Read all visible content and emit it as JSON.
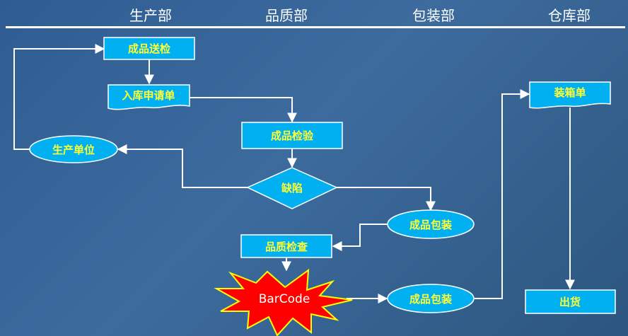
{
  "departments": [
    "生产部",
    "品质部",
    "包装部",
    "仓库部"
  ],
  "nodes": {
    "finished_goods_inspection_request": "成品送检",
    "warehouse_entry_form": "入库申请单",
    "finished_goods_inspection": "成品检验",
    "defect": "缺陷",
    "production_unit": "生产单位",
    "finished_goods_packing_1": "成品包装",
    "quality_check": "品质检查",
    "barcode": "BarCode",
    "finished_goods_packing_2": "成品包装",
    "packing_list": "装箱单",
    "shipment": "出货"
  },
  "colors": {
    "node_fill": "#00b0f0",
    "node_stroke": "#ffffff",
    "node_text": "#ffff33",
    "barcode_fill": "#ff0000",
    "barcode_stroke": "#ffff00",
    "arrow": "#ffffff"
  }
}
